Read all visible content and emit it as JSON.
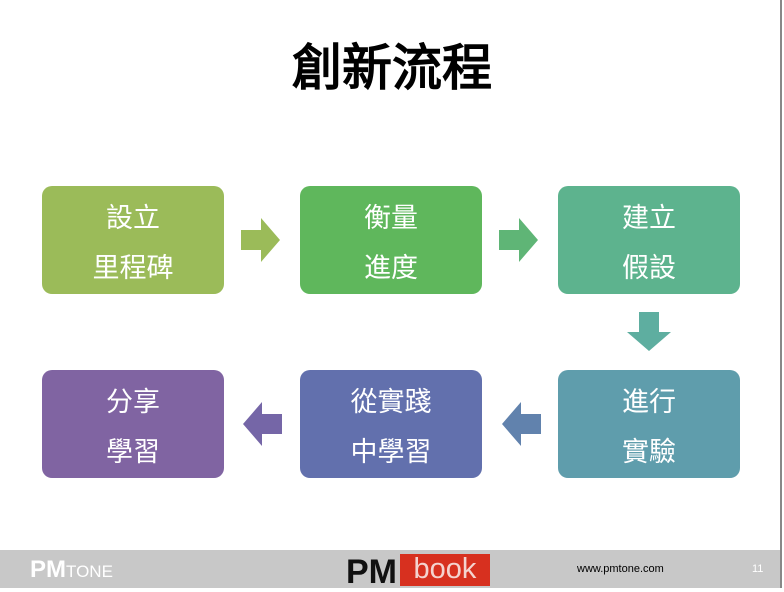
{
  "title": "創新流程",
  "steps": [
    {
      "line1": "設立",
      "line2": "里程碑",
      "color": "#9bbb59"
    },
    {
      "line1": "衡量",
      "line2": "進度",
      "color": "#5fb75c"
    },
    {
      "line1": "建立",
      "line2": "假設",
      "color": "#5db38e"
    },
    {
      "line1": "進行",
      "line2": "實驗",
      "color": "#5f9dac"
    },
    {
      "line1": "從實踐",
      "line2": "中學習",
      "color": "#6270ad"
    },
    {
      "line1": "分享",
      "line2": "學習",
      "color": "#8064a2"
    }
  ],
  "footer": {
    "logo_left_bold": "PM",
    "logo_left_light": "TONE",
    "logo_center_pm": "PM",
    "logo_center_book": "book",
    "url": "www.pmtone.com",
    "page": "11"
  }
}
